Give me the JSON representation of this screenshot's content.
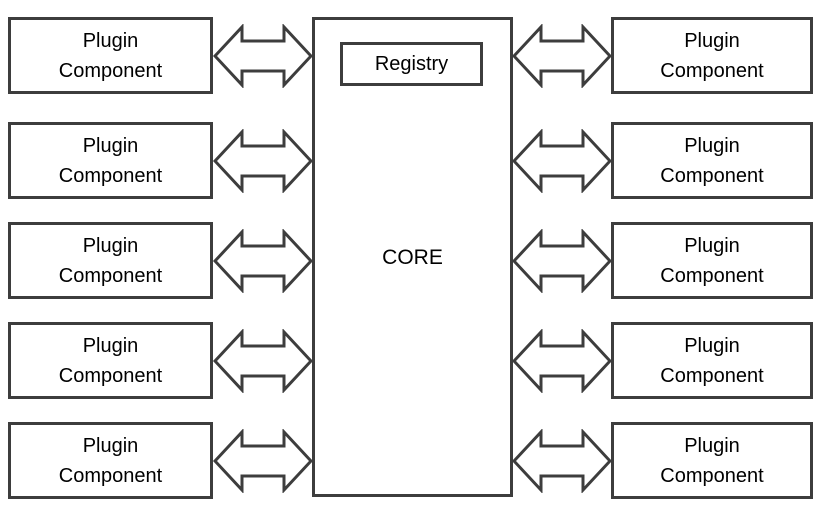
{
  "diagram_title": "Plugin architecture diagram",
  "colors": {
    "stroke": "#3d3d3d",
    "text": "#000000",
    "background": "#ffffff"
  },
  "core": {
    "label": "CORE",
    "registry": {
      "label": "Registry"
    }
  },
  "left_plugins": [
    {
      "label": "Plugin Component"
    },
    {
      "label": "Plugin Component"
    },
    {
      "label": "Plugin Component"
    },
    {
      "label": "Plugin Component"
    },
    {
      "label": "Plugin Component"
    }
  ],
  "right_plugins": [
    {
      "label": "Plugin Component"
    },
    {
      "label": "Plugin Component"
    },
    {
      "label": "Plugin Component"
    },
    {
      "label": "Plugin Component"
    },
    {
      "label": "Plugin Component"
    }
  ],
  "connectors": {
    "type": "bidirectional-arrow",
    "count": 10
  }
}
